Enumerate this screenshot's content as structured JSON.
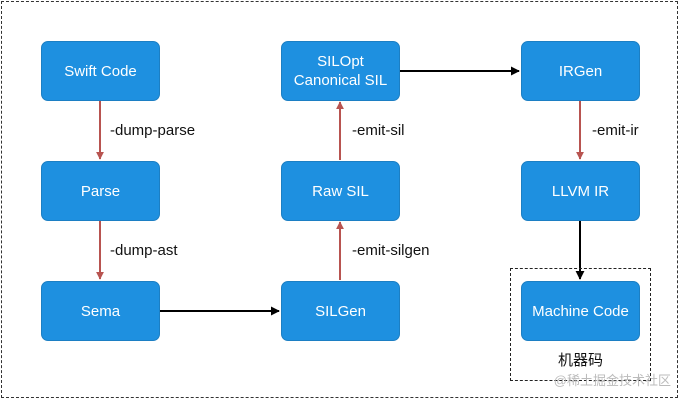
{
  "colors": {
    "node_fill": "#1E90E0",
    "node_border": "#1C7FC4",
    "forward_arrow": "#B85450",
    "flow_arrow": "#000000",
    "watermark": "#B0B0B0"
  },
  "nodes": {
    "swift_code": "Swift Code",
    "parse": "Parse",
    "sema": "Sema",
    "silgen": "SILGen",
    "raw_sil": "Raw SIL",
    "silopt": "SILOpt\nCanonical SIL",
    "irgen": "IRGen",
    "llvm_ir": "LLVM IR",
    "machine_code": "Machine Code"
  },
  "edge_labels": {
    "dump_parse": "-dump-parse",
    "dump_ast": "-dump-ast",
    "emit_silgen": "-emit-silgen",
    "emit_sil": "-emit-sil",
    "emit_ir": "-emit-ir"
  },
  "group": {
    "label": "机器码"
  },
  "watermark": {
    "text": "@稀土掘金技术社区"
  }
}
